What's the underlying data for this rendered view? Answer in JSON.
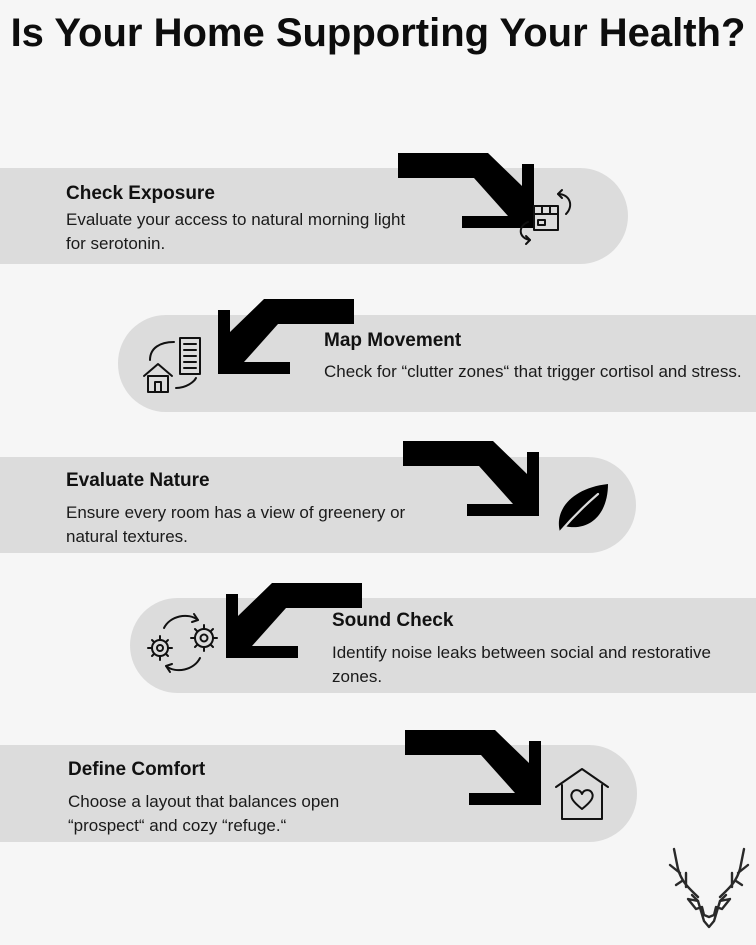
{
  "page": {
    "title": "Is Your Home Supporting Your Health?"
  },
  "steps": [
    {
      "title": "Check Exposure",
      "description": "Evaluate your access to natural morning light for serotonin.",
      "icon": "box-cycle-icon"
    },
    {
      "title": "Map Movement",
      "description": "Check for “clutter zones“ that trigger cortisol and stress.",
      "icon": "home-to-building-icon"
    },
    {
      "title": "Evaluate Nature",
      "description": "Ensure every room has a view of greenery or natural textures.",
      "icon": "leaf-icon"
    },
    {
      "title": "Sound Check",
      "description": "Identify noise leaks between social and restorative zones.",
      "icon": "gears-cycle-icon"
    },
    {
      "title": "Define Comfort",
      "description": "Choose a layout that balances open “prospect“ and cozy “refuge.“",
      "icon": "home-heart-icon"
    }
  ],
  "brand": {
    "logo": "deer-head-logo"
  },
  "colors": {
    "background": "#f6f6f6",
    "band": "#dcdcdc",
    "arrow": "#000000",
    "text": "#111111"
  }
}
